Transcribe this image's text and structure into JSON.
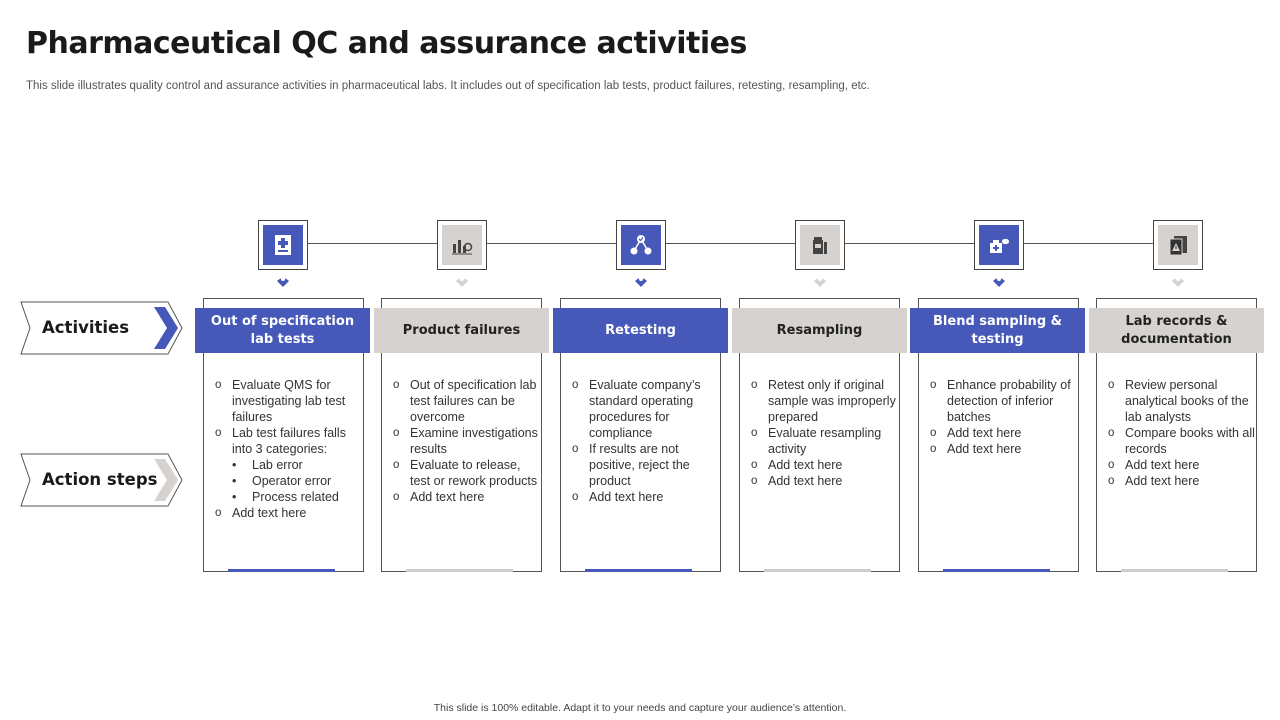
{
  "title": "Pharmaceutical QC and assurance activities",
  "subtitle": "This slide illustrates quality control and assurance activities in pharmaceutical labs. It includes out of specification lab tests, product failures, retesting, resampling, etc.",
  "footer": "This slide is 100% editable. Adapt it to your needs and capture your audience’s attention.",
  "side_labels": {
    "activities": "Activities",
    "action_steps": "Action steps"
  },
  "colors": {
    "accent_blue": "#4658b8",
    "accent_gray": "#d5d2cf"
  },
  "columns": [
    {
      "icon": "medical-report-icon",
      "style": "blue",
      "heading": "Out of specification lab tests",
      "steps": [
        {
          "text": "Evaluate QMS for investigating lab test failures"
        },
        {
          "text": "Lab test failures falls into 3 categories:",
          "sub": [
            "Lab error",
            "Operator error",
            "Process related"
          ]
        },
        {
          "text": "Add text here"
        }
      ]
    },
    {
      "icon": "chart-analysis-icon",
      "style": "gray",
      "heading": "Product failures",
      "steps": [
        {
          "text": "Out of specification lab test failures can be overcome"
        },
        {
          "text": "Examine investigations results"
        },
        {
          "text": "Evaluate to release, test or rework products"
        },
        {
          "text": "Add text here"
        }
      ]
    },
    {
      "icon": "molecule-check-icon",
      "style": "blue",
      "heading": "Retesting",
      "steps": [
        {
          "text": "Evaluate company’s standard operating procedures for compliance"
        },
        {
          "text": "If results are not positive, reject the product"
        },
        {
          "text": "Add text here"
        }
      ]
    },
    {
      "icon": "sample-jar-icon",
      "style": "gray",
      "heading": "Resampling",
      "steps": [
        {
          "text": "Retest only if original sample was improperly prepared"
        },
        {
          "text": "Evaluate resampling activity"
        },
        {
          "text": "Add text here"
        },
        {
          "text": "Add text here"
        }
      ]
    },
    {
      "icon": "medicine-box-icon",
      "style": "blue",
      "heading": "Blend sampling & testing",
      "steps": [
        {
          "text": "Enhance probability of detection of inferior batches"
        },
        {
          "text": "Add text here"
        },
        {
          "text": "Add text here"
        }
      ]
    },
    {
      "icon": "documents-icon",
      "style": "gray",
      "heading": "Lab records & documentation",
      "steps": [
        {
          "text": "Review personal analytical books of the lab analysts"
        },
        {
          "text": "Compare books with all records"
        },
        {
          "text": "Add text here"
        },
        {
          "text": "Add text here"
        }
      ]
    }
  ]
}
